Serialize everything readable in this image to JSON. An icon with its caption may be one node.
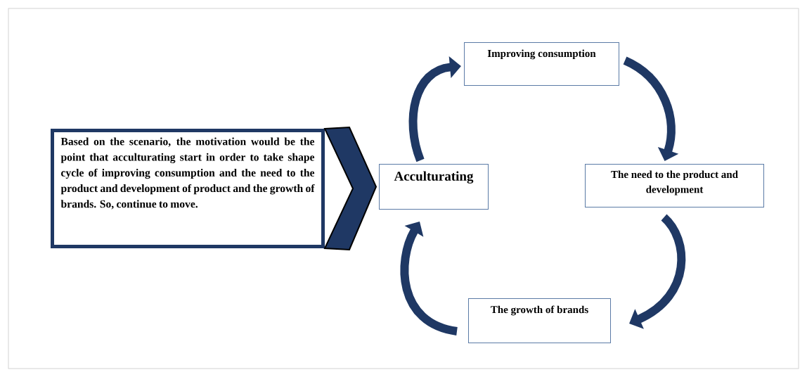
{
  "diagram": {
    "nodes": [
      {
        "text": [
          "Based on the scenario, the motivation would be the point that acculturating start in order to take shape cycle of improving consumption and the need to the product and development of product and the growth of brands. So, continue to move."
        ]
      },
      {
        "text": [
          "Acculturating"
        ]
      },
      {
        "text": [
          "Improving consumption"
        ]
      },
      {
        "text": [
          "The need to the product and development"
        ]
      },
      {
        "text": [
          "The growth of brands"
        ]
      }
    ],
    "edges": [
      {
        "from": 1,
        "to": 2,
        "arrow": "to"
      },
      {
        "from": 2,
        "to": 3,
        "arrow": "to"
      },
      {
        "from": 3,
        "to": 4,
        "arrow": "to"
      },
      {
        "from": 4,
        "to": 1,
        "arrow": "to"
      },
      {
        "from": 0,
        "to": 1,
        "arrow": "to"
      }
    ]
  }
}
